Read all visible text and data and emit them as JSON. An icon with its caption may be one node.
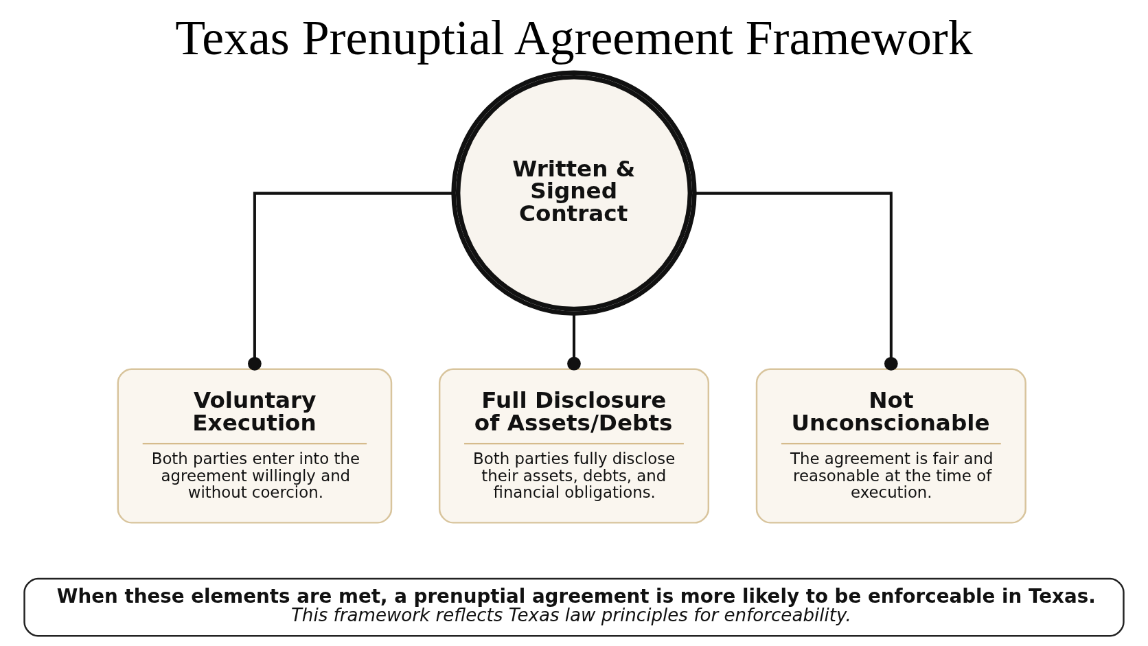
{
  "diagram": {
    "title": "Texas Prenuptial Agreement Framework",
    "nodes": [
      {
        "text": [
          "Written & Signed Contract"
        ]
      },
      {
        "text": [
          "Voluntary Execution",
          "Both parties enter into the agreement willingly and without coercion."
        ]
      },
      {
        "text": [
          "Full Disclosure of Assets/Debts",
          "Both parties fully disclose their assets, debts, and financial obligations."
        ]
      },
      {
        "text": [
          "Not Unconscionable",
          "The agreement is fair and reasonable at the time of execution."
        ]
      },
      {
        "text": [
          "When these elements are met, a prenuptial agreement is more likely to be enforceable in Texas.",
          "This framework reflects Texas law principles for enforceability."
        ]
      }
    ],
    "edges": [
      {
        "from": 0,
        "to": 1,
        "arrow": "other"
      },
      {
        "from": 0,
        "to": 2,
        "arrow": "other"
      },
      {
        "from": 0,
        "to": 3,
        "arrow": "other"
      }
    ]
  }
}
